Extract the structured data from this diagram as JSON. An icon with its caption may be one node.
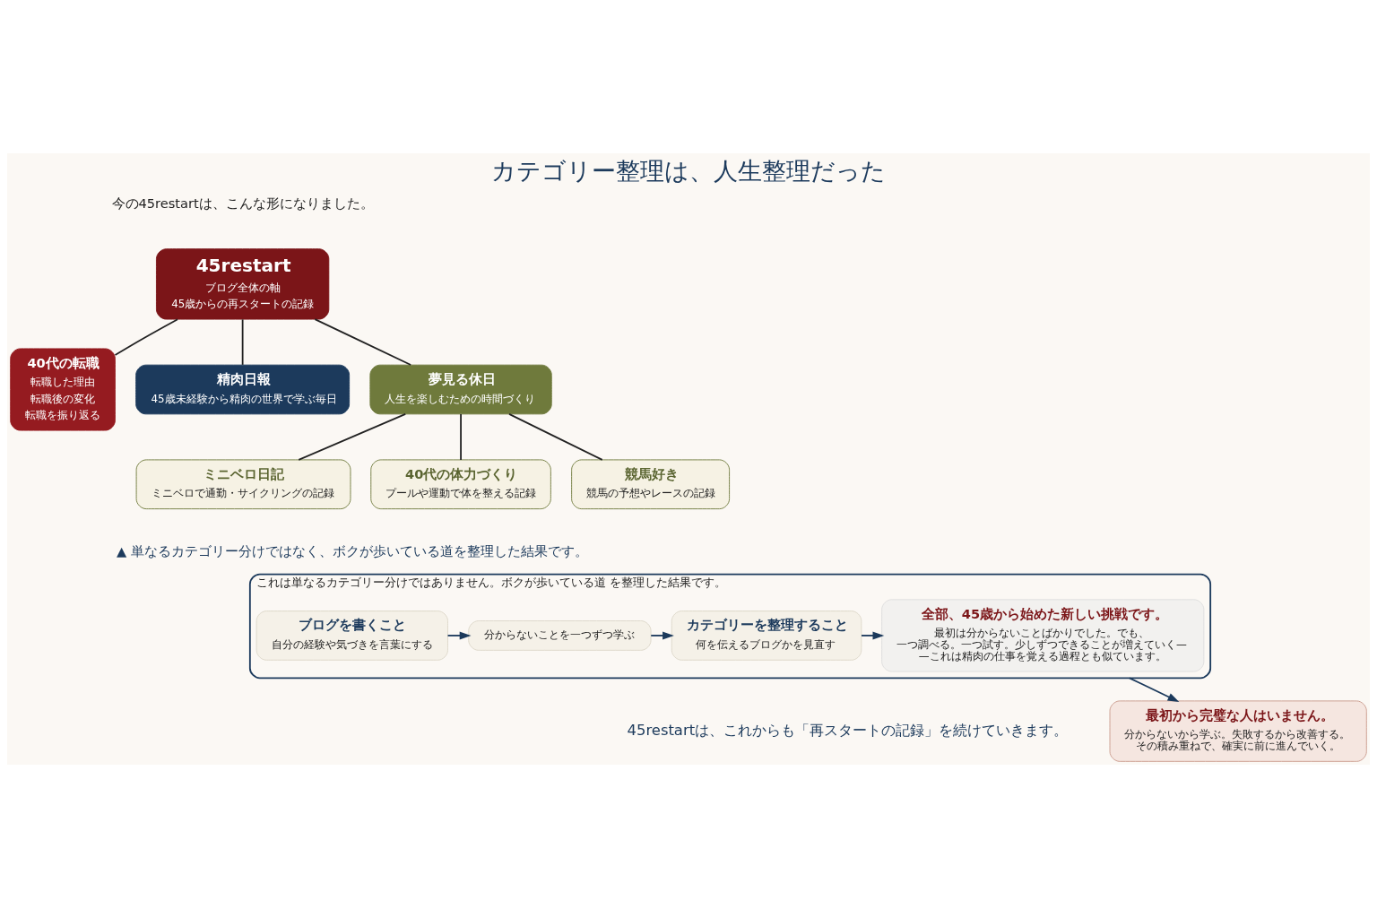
{
  "diagram": {
    "title": "カテゴリー整理は、人生整理だった",
    "nodes": [
      {
        "text": [
          "45restart",
          "ブログ全体の軸",
          "45歳からの再スタートの記録"
        ]
      },
      {
        "text": [
          "40代の転職",
          "転職した理由",
          "転職後の変化",
          "転職を振り返る"
        ]
      },
      {
        "text": [
          "精肉日報",
          "45歳未経験から精肉の世界で学ぶ毎日"
        ]
      },
      {
        "text": [
          "夢見る休日",
          "人生を楽しむための時間づくり"
        ]
      },
      {
        "text": [
          "ミニベロ日記",
          "ミニベロで通勤・サイクリングの記録"
        ]
      },
      {
        "text": [
          "40代の体力づくり",
          "プールや運動で体を整える記録"
        ]
      },
      {
        "text": [
          "競馬好き",
          "競馬の予想やレースの記録"
        ]
      },
      {
        "text": [
          "これは単なるカテゴリー分けではありません。ボクが歩いている道 を整理した結果です。"
        ]
      },
      {
        "text": [
          "ブログを書くこと",
          "自分の経験や気づきを言葉にする"
        ],
        "in": 7
      },
      {
        "text": [
          "分からないことを一つずつ学ぶ"
        ],
        "in": 7
      },
      {
        "text": [
          "カテゴリーを整理すること",
          "何を伝えるブログかを見直す"
        ],
        "in": 7
      },
      {
        "text": [
          "全部、45歳から始めた新しい挑戦です。",
          "最初は分からないことばかりでした。でも、一つ調べる。一つ試す。少しずつできることが増えていく——これは精肉の仕事を覚える過程とも似ています。"
        ],
        "in": 7
      },
      {
        "text": [
          "最初から完璧な人はいません。",
          "分からないから学ぶ。失敗するから改善する。その積み重ねで、確実に前に進んでいく。"
        ]
      }
    ],
    "edges": [
      {
        "from": 0,
        "to": 1,
        "arrow": "none"
      },
      {
        "from": 0,
        "to": 2,
        "arrow": "none"
      },
      {
        "from": 0,
        "to": 3,
        "arrow": "none"
      },
      {
        "from": 3,
        "to": 4,
        "arrow": "none"
      },
      {
        "from": 3,
        "to": 5,
        "arrow": "none"
      },
      {
        "from": 3,
        "to": 6,
        "arrow": "none"
      },
      {
        "from": 8,
        "to": 9,
        "arrow": "to"
      },
      {
        "from": 9,
        "to": 10,
        "arrow": "to"
      },
      {
        "from": 10,
        "to": 11,
        "arrow": "to"
      },
      {
        "from": 7,
        "to": 12,
        "arrow": "to"
      }
    ],
    "labels": [
      "今の45restartは、こんな形になりました。",
      "▲ 単なるカテゴリー分けではなく、ボクが歩いている道を整理した結果です。",
      "45restartは、これからも「再スタートの記録」を続けていきます。"
    ]
  }
}
